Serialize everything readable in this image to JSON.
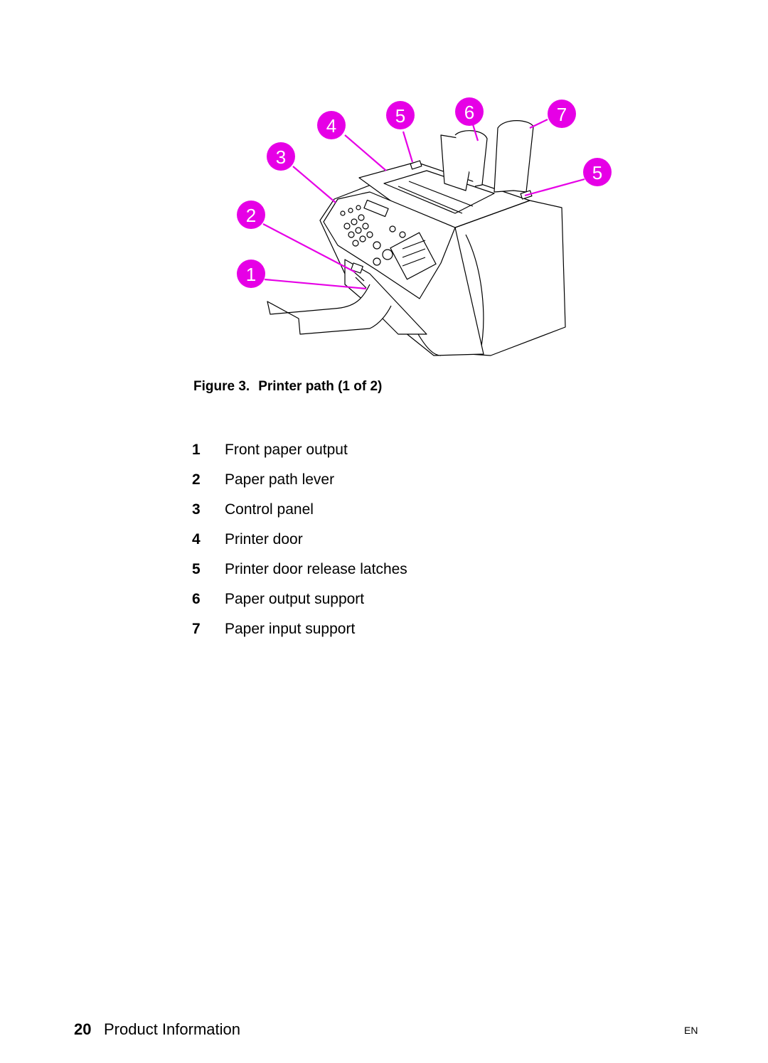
{
  "figure": {
    "callout_color": "#e600e6",
    "callouts": [
      "4",
      "5",
      "6",
      "7",
      "3",
      "5",
      "2",
      "1"
    ],
    "caption_prefix": "Figure 3.",
    "caption_title": "Printer path (1 of 2)"
  },
  "legend": [
    {
      "num": "1",
      "label": "Front paper output"
    },
    {
      "num": "2",
      "label": "Paper path lever"
    },
    {
      "num": "3",
      "label": "Control panel"
    },
    {
      "num": "4",
      "label": "Printer door"
    },
    {
      "num": "5",
      "label": "Printer door release latches"
    },
    {
      "num": "6",
      "label": "Paper output support"
    },
    {
      "num": "7",
      "label": "Paper input support"
    }
  ],
  "footer": {
    "page_number": "20",
    "section_title": "Product Information",
    "language": "EN"
  }
}
